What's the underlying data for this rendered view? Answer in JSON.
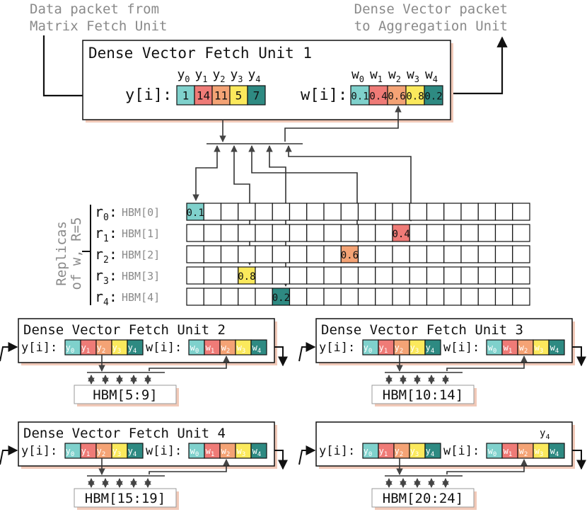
{
  "top_left_label": [
    "Data packet from",
    "Matrix Fetch Unit"
  ],
  "top_right_label": [
    "Dense Vector packet",
    "to Aggregation Unit"
  ],
  "unit1": {
    "title": "Dense Vector Fetch Unit 1",
    "y_label": "y[i]:",
    "w_label": "w[i]:",
    "y_headers": [
      "0",
      "1",
      "2",
      "3",
      "4"
    ],
    "w_headers": [
      "0",
      "1",
      "2",
      "3",
      "4"
    ],
    "y_values": [
      "1",
      "14",
      "11",
      "5",
      "7"
    ],
    "w_values": [
      "0.1",
      "0.4",
      "0.6",
      "0.8",
      "0.2"
    ]
  },
  "colors": [
    "#7fd1cc",
    "#ef7b77",
    "#f4a375",
    "#fbe95c",
    "#2e8a82"
  ],
  "replicas": {
    "side_label": [
      "Replicas",
      "of w, R=5"
    ],
    "rows": [
      {
        "r": "0",
        "hbm": "HBM[0]",
        "value": "0.1"
      },
      {
        "r": "1",
        "hbm": "HBM[1]",
        "value": "0.4"
      },
      {
        "r": "2",
        "hbm": "HBM[2]",
        "value": "0.6"
      },
      {
        "r": "3",
        "hbm": "HBM[3]",
        "value": "0.8"
      },
      {
        "r": "4",
        "hbm": "HBM[4]",
        "value": "0.2"
      }
    ]
  },
  "small_units": [
    {
      "title": "Dense Vector Fetch Unit 2",
      "hbm": "HBM[5:9]",
      "extra": ""
    },
    {
      "title": "Dense Vector Fetch Unit 3",
      "hbm": "HBM[10:14]",
      "extra": ""
    },
    {
      "title": "Dense Vector Fetch Unit 4",
      "hbm": "HBM[15:19]",
      "extra": ""
    },
    {
      "title": "",
      "hbm": "HBM[20:24]",
      "extra": "4"
    }
  ],
  "small_y_label": "y[i]:",
  "small_w_label": "w[i]:"
}
